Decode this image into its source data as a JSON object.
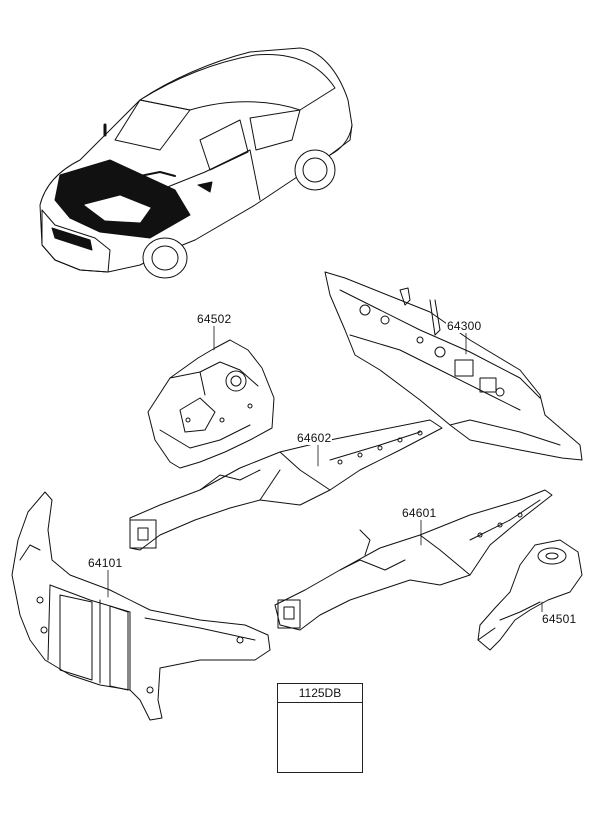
{
  "diagram": {
    "parts": [
      {
        "id": "vehicle",
        "label": ""
      },
      {
        "id": "64502",
        "label": "64502"
      },
      {
        "id": "64300",
        "label": "64300"
      },
      {
        "id": "64602",
        "label": "64602"
      },
      {
        "id": "64601",
        "label": "64601"
      },
      {
        "id": "64101",
        "label": "64101"
      },
      {
        "id": "64501",
        "label": "64501"
      }
    ],
    "fastener": {
      "label": "1125DB"
    }
  }
}
